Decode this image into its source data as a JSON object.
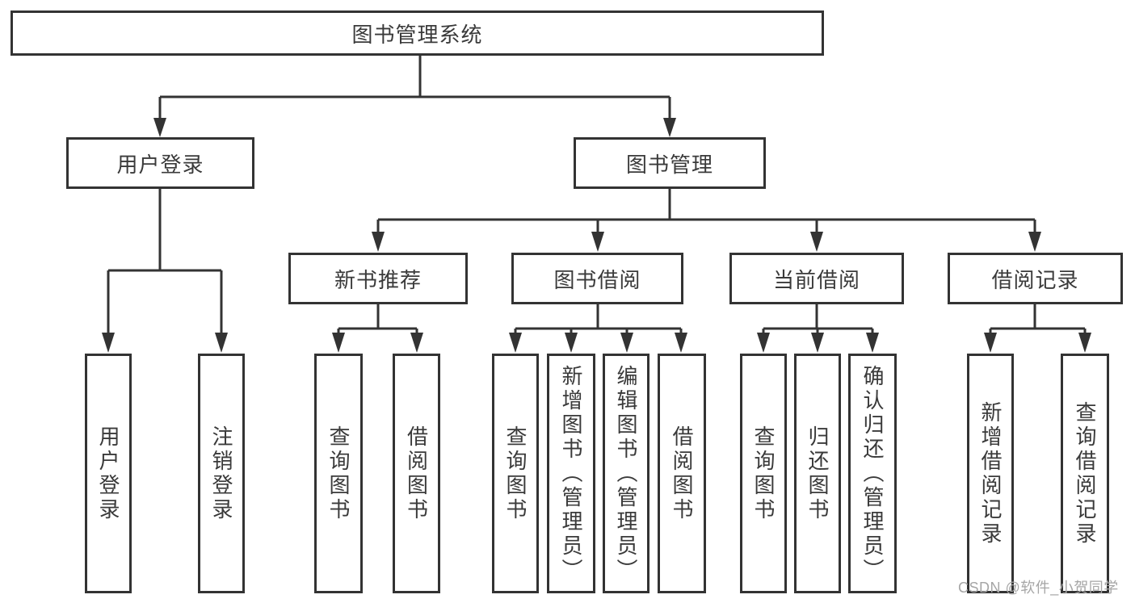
{
  "tree": {
    "root": {
      "label": "图书管理系统"
    },
    "branches": [
      {
        "label": "用户登录",
        "leaves": [
          "用户登录",
          "注销登录"
        ]
      },
      {
        "label": "图书管理",
        "groups": [
          {
            "label": "新书推荐",
            "leaves": [
              "查询图书",
              "借阅图书"
            ]
          },
          {
            "label": "图书借阅",
            "leaves": [
              "查询图书",
              "新增图书（管理员）",
              "编辑图书（管理员）",
              "借阅图书"
            ]
          },
          {
            "label": "当前借阅",
            "leaves": [
              "查询图书",
              "归还图书",
              "确认归还（管理员）"
            ]
          },
          {
            "label": "借阅记录",
            "leaves": [
              "新增借阅记录",
              "查询借阅记录"
            ]
          }
        ]
      }
    ]
  },
  "watermark": {
    "text": "CSDN @软件_小贺同学"
  },
  "style": {
    "line_color": "#333333",
    "box_border_color": "#333333",
    "text_color": "#3a3a3a",
    "watermark_color": "#a6a6a6",
    "background_color": "#ffffff"
  }
}
